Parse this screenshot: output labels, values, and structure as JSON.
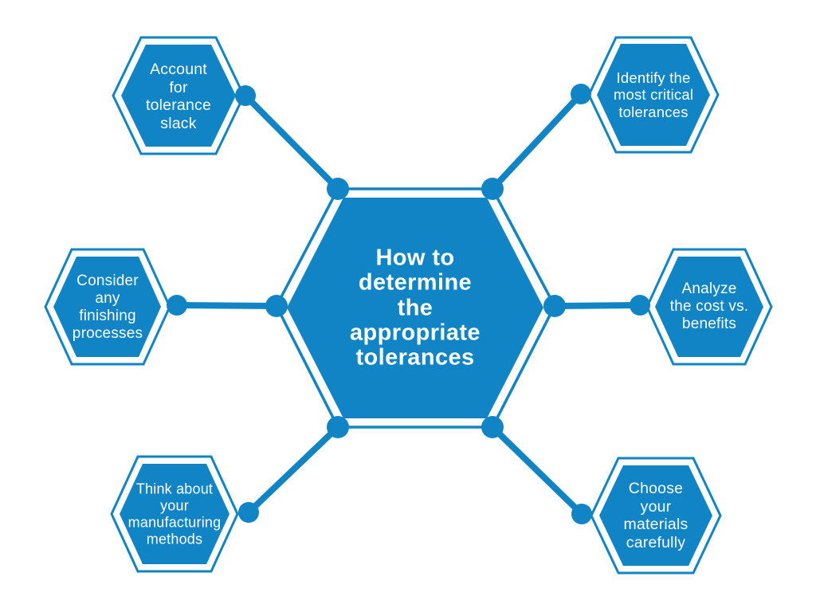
{
  "colors": {
    "primary": "#1084C4",
    "text": "#FFFFFF",
    "background": "#FFFFFF"
  },
  "diagram": {
    "type": "hexagon-spoke-mindmap",
    "center": {
      "label": "How to determine the appropriate tolerances",
      "lines": [
        "How to",
        "determine",
        "the",
        "appropriate",
        "tolerances"
      ]
    },
    "nodes": [
      {
        "id": "account-for-tolerance-slack",
        "position": "top-left",
        "label": "Account for tolerance slack",
        "lines": [
          "Account",
          "for",
          "tolerance",
          "slack"
        ]
      },
      {
        "id": "identify-most-critical-tolerances",
        "position": "top-right",
        "label": "Identify the most critical tolerances",
        "lines": [
          "Identify the",
          "most critical",
          "tolerances"
        ]
      },
      {
        "id": "consider-finishing-processes",
        "position": "middle-left",
        "label": "Consider any finishing processes",
        "lines": [
          "Consider",
          "any",
          "finishing",
          "processes"
        ]
      },
      {
        "id": "analyze-cost-vs-benefits",
        "position": "middle-right",
        "label": "Analyze the cost vs. benefits",
        "lines": [
          "Analyze",
          "the cost vs.",
          "benefits"
        ]
      },
      {
        "id": "think-about-manufacturing-methods",
        "position": "bottom-left",
        "label": "Think about your manufacturing methods",
        "lines": [
          "Think about",
          "your",
          "manufacturing",
          "methods"
        ]
      },
      {
        "id": "choose-materials-carefully",
        "position": "bottom-right",
        "label": "Choose your materials carefully",
        "lines": [
          "Choose",
          "your",
          "materials",
          "carefully"
        ]
      }
    ]
  }
}
